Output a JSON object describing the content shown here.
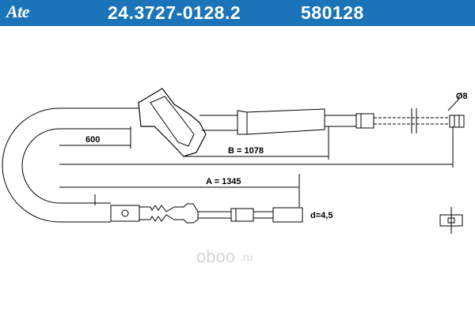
{
  "header": {
    "logo_text": "Ate",
    "part_number": "24.3727-0128.2",
    "ref_number": "580128",
    "background": "#1b73b8"
  },
  "dimensions": {
    "dim_600": "600",
    "dim_b": "B = 1078",
    "dim_a": "A = 1345",
    "dim_d": "d=4,5",
    "dim_diameter": "Ø8"
  },
  "watermark": {
    "brand": "oboo",
    "tld": ".ru"
  }
}
